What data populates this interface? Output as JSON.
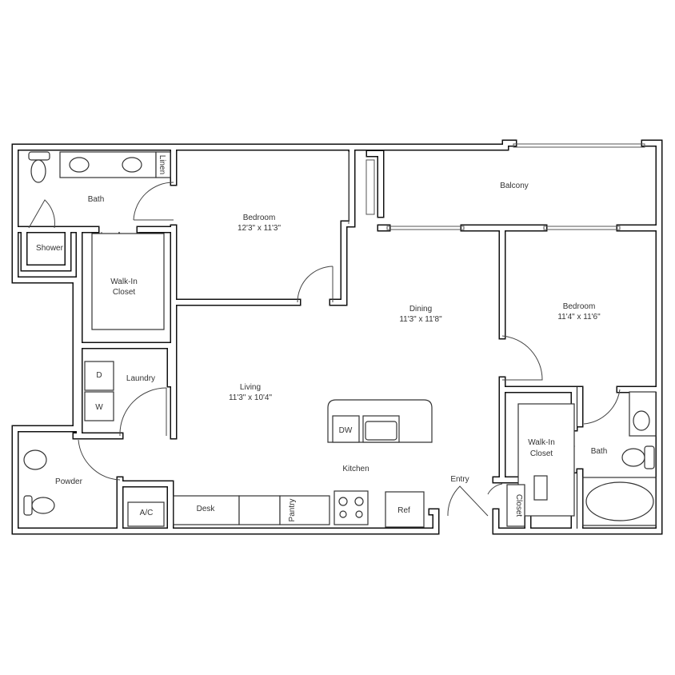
{
  "rooms": {
    "bath1": "Bath",
    "linen": "Linen",
    "shower": "Shower",
    "bedroom1": {
      "name": "Bedroom",
      "size": "12'3\" x 11'3\""
    },
    "closet1": {
      "line1": "Walk-In",
      "line2": "Closet"
    },
    "dryer": "D",
    "washer": "W",
    "laundry": "Laundry",
    "living": {
      "name": "Living",
      "size": "11'3\" x 10'4\""
    },
    "powder": "Powder",
    "ac": "A/C",
    "desk": "Desk",
    "pantry": "Pantry",
    "dishwasher": "DW",
    "kitchen": "Kitchen",
    "ref": "Ref",
    "entry": "Entry",
    "entry_closet": "Closet",
    "dining": {
      "name": "Dining",
      "size": "11'3\" x 11'8\""
    },
    "bedroom2": {
      "name": "Bedroom",
      "size": "11'4\" x 11'6\""
    },
    "closet2": {
      "line1": "Walk-In",
      "line2": "Closet"
    },
    "bath2": "Bath",
    "balcony": "Balcony"
  }
}
